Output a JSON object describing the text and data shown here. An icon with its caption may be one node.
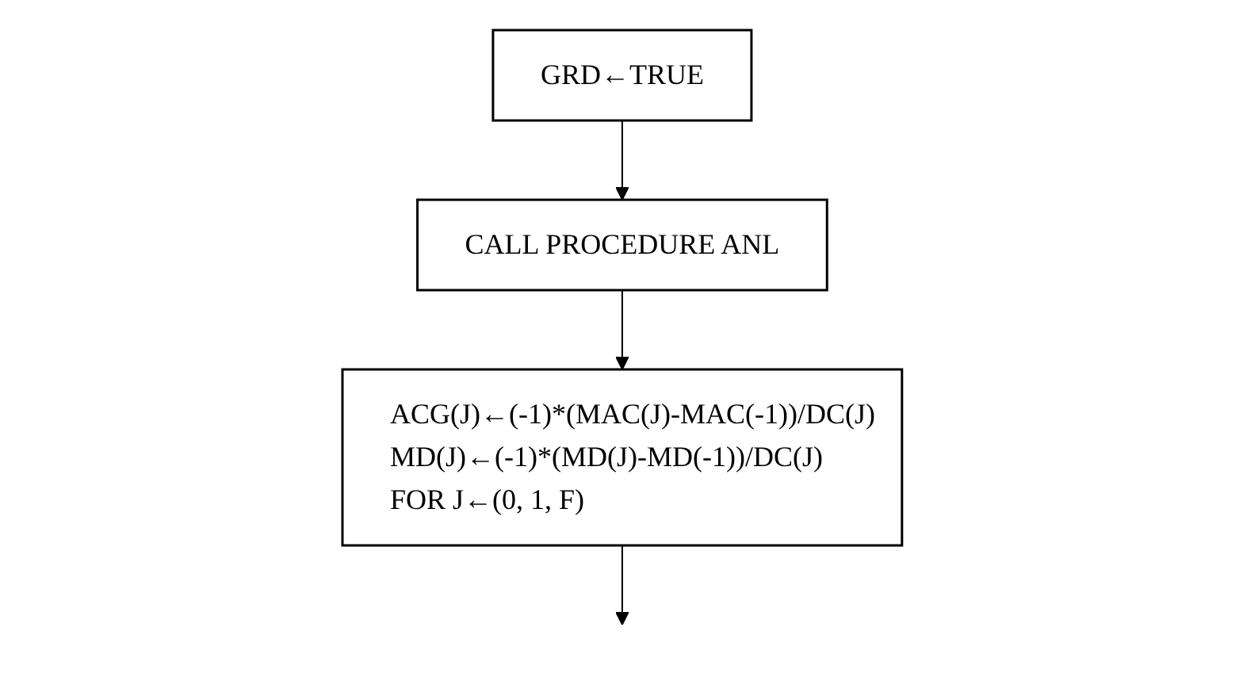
{
  "diagram": {
    "nodes": [
      {
        "text": [
          "GRD←TRUE"
        ]
      },
      {
        "text": [
          "CALL PROCEDURE ANL"
        ]
      },
      {
        "text": [
          "ACG(J)←(-1)*(MAC(J)-MAC(-1))/DC(J)",
          "MD(J)←(-1)*(MD(J)-MD(-1))/DC(J)",
          "FOR J←(0, 1, F)"
        ]
      }
    ],
    "edges": [
      {
        "from": 0,
        "to": 1,
        "arrow": "to"
      },
      {
        "from": 1,
        "to": 2,
        "arrow": "to"
      },
      {
        "from": 2,
        "to": null,
        "arrow": "to"
      }
    ]
  }
}
